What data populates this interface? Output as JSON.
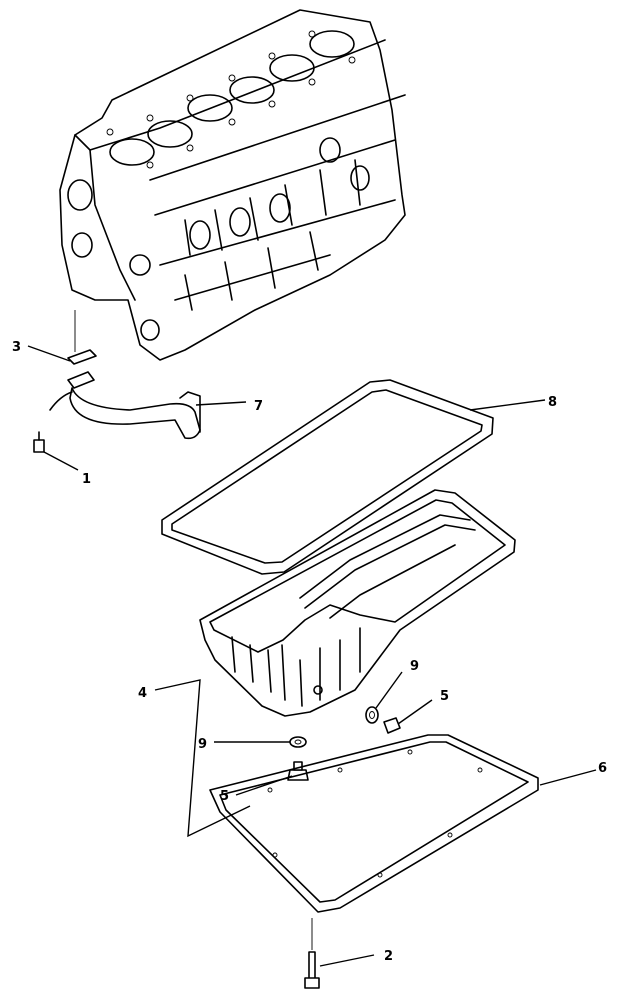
{
  "callouts": {
    "c1": "1",
    "c2": "2",
    "c3": "3",
    "c4": "4",
    "c5a": "5",
    "c5b": "5",
    "c6": "6",
    "c7": "7",
    "c8": "8",
    "c9a": "9",
    "c9b": "9"
  }
}
